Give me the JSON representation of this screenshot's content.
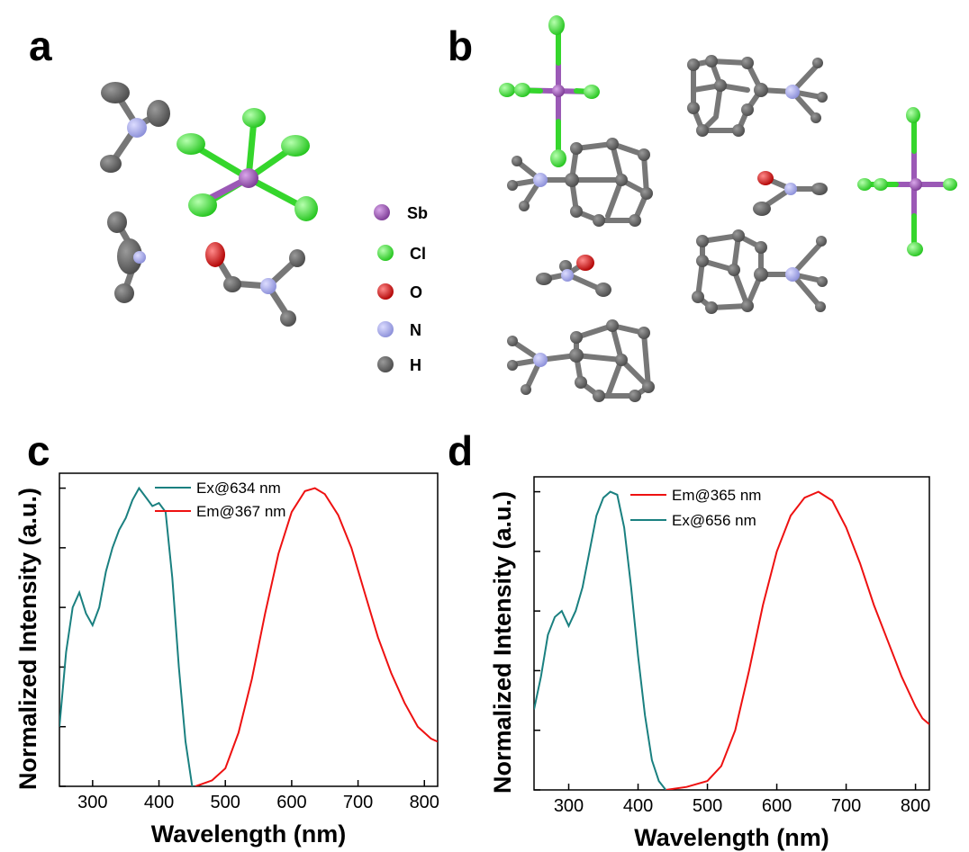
{
  "panels": {
    "a": "a",
    "b": "b",
    "c": "c",
    "d": "d"
  },
  "legend_atoms": [
    {
      "label": "Sb",
      "color": "#9b59b6"
    },
    {
      "label": "Cl",
      "color": "#3ee832"
    },
    {
      "label": "O",
      "color": "#e01010"
    },
    {
      "label": "N",
      "color": "#a5a8e6"
    },
    {
      "label": "H",
      "color": "#5f5f5f"
    }
  ],
  "chart_data": [
    {
      "type": "line",
      "xlabel": "Wavelength (nm)",
      "ylabel": "Normalized Intensity (a.u.)",
      "xlim": [
        250,
        820
      ],
      "ylim": [
        0,
        1.05
      ],
      "x_ticks": [
        300,
        400,
        500,
        600,
        700,
        800
      ],
      "legend_position": "top-center",
      "series": [
        {
          "name": "Ex@634 nm",
          "color": "#1a8080",
          "x": [
            250,
            260,
            270,
            280,
            290,
            300,
            310,
            320,
            330,
            340,
            350,
            360,
            370,
            380,
            390,
            400,
            410,
            420,
            430,
            440,
            450
          ],
          "y": [
            0.2,
            0.45,
            0.6,
            0.65,
            0.58,
            0.54,
            0.6,
            0.72,
            0.8,
            0.86,
            0.9,
            0.96,
            1.0,
            0.97,
            0.94,
            0.95,
            0.92,
            0.7,
            0.4,
            0.15,
            0.0
          ]
        },
        {
          "name": "Em@367 nm",
          "color": "#ee1111",
          "x": [
            455,
            480,
            500,
            520,
            540,
            560,
            580,
            600,
            620,
            635,
            650,
            670,
            690,
            710,
            730,
            750,
            770,
            790,
            810,
            820
          ],
          "y": [
            0.0,
            0.02,
            0.06,
            0.18,
            0.36,
            0.58,
            0.78,
            0.92,
            0.99,
            1.0,
            0.98,
            0.91,
            0.8,
            0.65,
            0.5,
            0.38,
            0.28,
            0.2,
            0.16,
            0.15
          ]
        }
      ]
    },
    {
      "type": "line",
      "xlabel": "Wavelength (nm)",
      "ylabel": "Normalized Intensity (a.u.)",
      "xlim": [
        250,
        820
      ],
      "ylim": [
        0,
        1.05
      ],
      "x_ticks": [
        300,
        400,
        500,
        600,
        700,
        800
      ],
      "legend_position": "top-center",
      "series": [
        {
          "name": "Em@365 nm",
          "color": "#ee1111",
          "x": [
            440,
            470,
            500,
            520,
            540,
            560,
            580,
            600,
            620,
            640,
            660,
            680,
            700,
            720,
            740,
            760,
            780,
            800,
            810,
            820
          ],
          "y": [
            0.0,
            0.01,
            0.03,
            0.08,
            0.2,
            0.4,
            0.62,
            0.8,
            0.92,
            0.98,
            1.0,
            0.97,
            0.88,
            0.76,
            0.62,
            0.5,
            0.38,
            0.28,
            0.24,
            0.22
          ]
        },
        {
          "name": "Ex@656 nm",
          "color": "#1a8080",
          "x": [
            250,
            260,
            270,
            280,
            290,
            300,
            310,
            320,
            330,
            340,
            350,
            360,
            370,
            380,
            390,
            400,
            410,
            420,
            430,
            440
          ],
          "y": [
            0.27,
            0.38,
            0.52,
            0.58,
            0.6,
            0.55,
            0.6,
            0.68,
            0.8,
            0.92,
            0.98,
            1.0,
            0.99,
            0.88,
            0.68,
            0.45,
            0.25,
            0.1,
            0.03,
            0.0
          ]
        }
      ]
    }
  ]
}
